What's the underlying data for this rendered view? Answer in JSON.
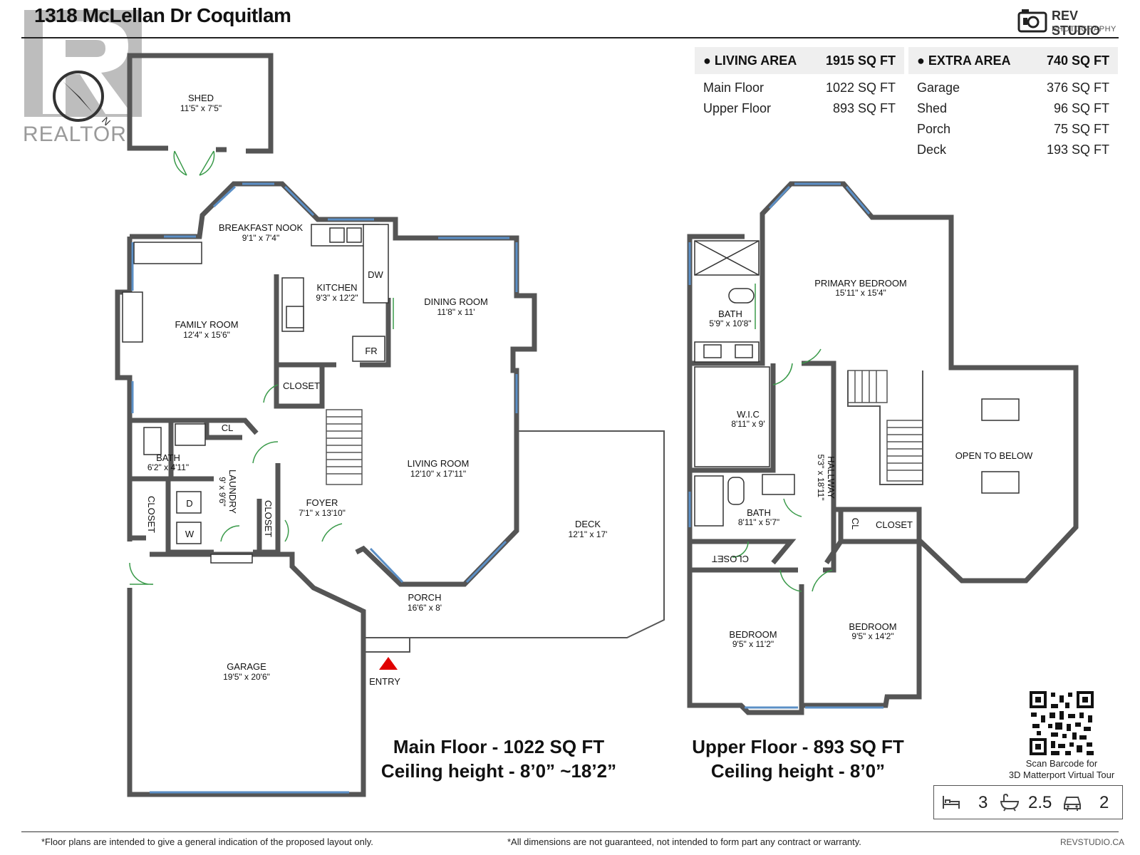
{
  "title": "1318 McLellan Dr Coquitlam",
  "brand": {
    "name": "REV STUDIO",
    "sub": "PHOTOGRAPHY",
    "site": "REVSTUDIO.CA"
  },
  "realtor_watermark": "REALTOR",
  "living_area": {
    "label": "LIVING AREA",
    "total": "1915 SQ FT",
    "rows": [
      {
        "name": "Main Floor",
        "value": "1022 SQ FT"
      },
      {
        "name": "Upper Floor",
        "value": "893 SQ FT"
      }
    ]
  },
  "extra_area": {
    "label": "EXTRA AREA",
    "total": "740 SQ FT",
    "rows": [
      {
        "name": "Garage",
        "value": "376 SQ FT"
      },
      {
        "name": "Shed",
        "value": "96 SQ FT"
      },
      {
        "name": "Porch",
        "value": "75 SQ FT"
      },
      {
        "name": "Deck",
        "value": "193 SQ FT"
      }
    ]
  },
  "main_floor_rooms": {
    "shed": {
      "name": "SHED",
      "dim": "11'5\" x 7'5\""
    },
    "breakfast_nook": {
      "name": "BREAKFAST NOOK",
      "dim": "9'1\" x 7'4\""
    },
    "kitchen": {
      "name": "KITCHEN",
      "dim": "9'3\" x 12'2\""
    },
    "dining_room": {
      "name": "DINING ROOM",
      "dim": "11'8\" x 11'"
    },
    "family_room": {
      "name": "FAMILY ROOM",
      "dim": "12'4\" x 15'6\""
    },
    "living_room": {
      "name": "LIVING ROOM",
      "dim": "12'10\" x 17'11\""
    },
    "bath": {
      "name": "BATH",
      "dim": "6'2\" x 4'11\""
    },
    "laundry": {
      "name": "LAUNDRY",
      "dim": "9' x 9'6\""
    },
    "foyer": {
      "name": "FOYER",
      "dim": "7'1\" x 13'10\""
    },
    "deck": {
      "name": "DECK",
      "dim": "12'1\" x 17'"
    },
    "porch": {
      "name": "PORCH",
      "dim": "16'6\" x 8'"
    },
    "garage": {
      "name": "GARAGE",
      "dim": "19'5\" x 20'6\""
    },
    "closet": "CLOSET",
    "cl": "CL",
    "dw": "DW",
    "fr": "FR",
    "dryer": "D",
    "washer": "W",
    "entry": "ENTRY"
  },
  "upper_floor_rooms": {
    "primary_bedroom": {
      "name": "PRIMARY BEDROOM",
      "dim": "15'11\" x 15'4\""
    },
    "bath1": {
      "name": "BATH",
      "dim": "5'9\" x 10'8\""
    },
    "wic": {
      "name": "W.I.C",
      "dim": "8'11\" x 9'"
    },
    "hallway": {
      "name": "HALLWAY",
      "dim": "5'3\" x 18'11\""
    },
    "bath2": {
      "name": "BATH",
      "dim": "8'11\" x 5'7\""
    },
    "open_to_below": "OPEN TO BELOW",
    "closet": "CLOSET",
    "cl": "CL",
    "bedroom1": {
      "name": "BEDROOM",
      "dim": "9'5\" x 11'2\""
    },
    "bedroom2": {
      "name": "BEDROOM",
      "dim": "9'5\" x 14'2\""
    }
  },
  "main_floor_caption": {
    "line1": "Main Floor - 1022 SQ FT",
    "line2": "Ceiling height - 8’0” ~18’2”"
  },
  "upper_floor_caption": {
    "line1": "Upper  Floor - 893 SQ FT",
    "line2": "Ceiling height - 8’0”"
  },
  "qr_caption": {
    "line1": "Scan Barcode for",
    "line2": "3D Matterport Virtual Tour"
  },
  "stats": {
    "bedrooms": "3",
    "bathrooms": "2.5",
    "parking": "2"
  },
  "disclaimers": {
    "left": "*Floor plans are intended to give a general indication of the proposed layout only.",
    "right": "*All dimensions are not guaranteed, not intended to form part any contract or warranty."
  }
}
